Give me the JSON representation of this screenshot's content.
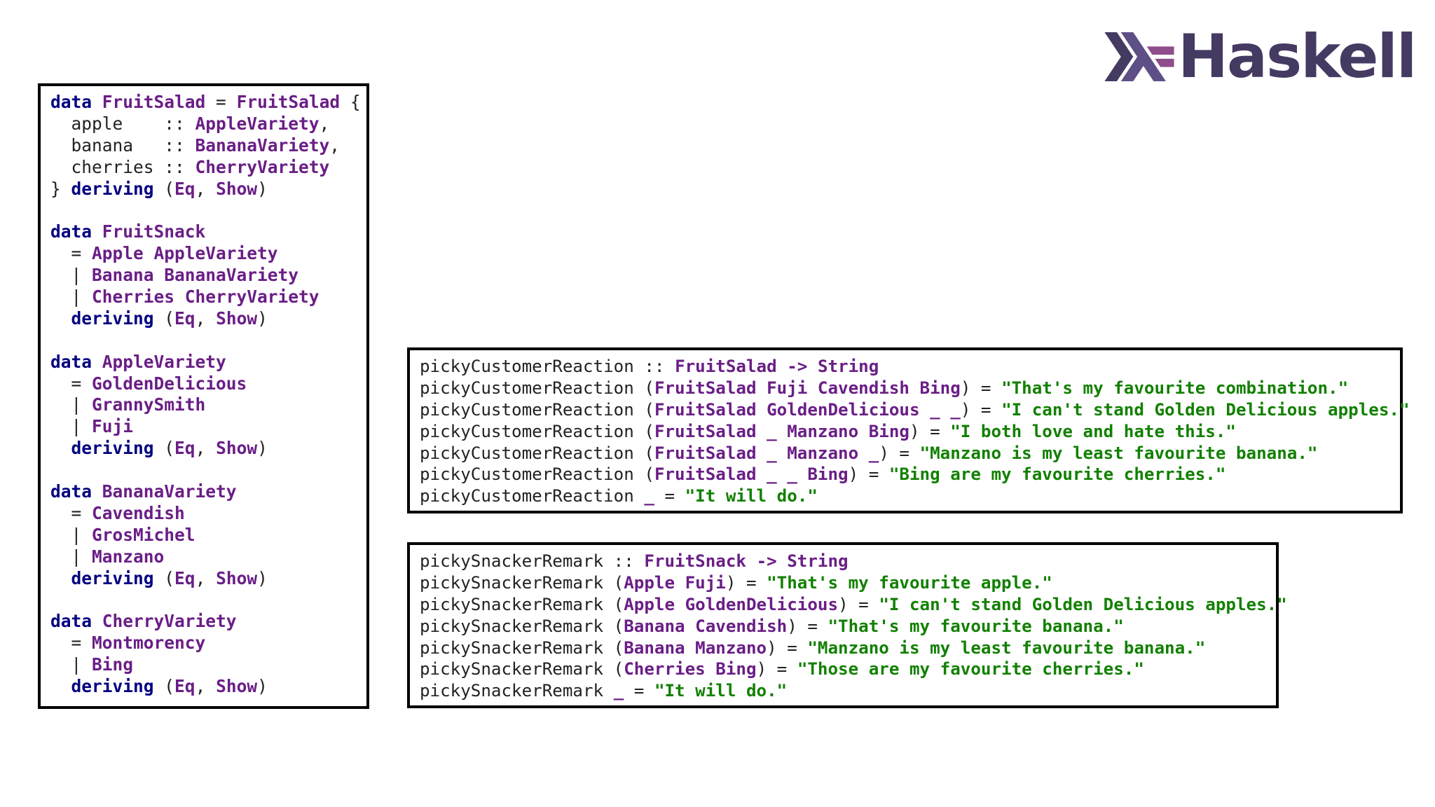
{
  "logo": {
    "text": "Haskell",
    "icon": "haskell-logo-icon",
    "colors": [
      "#453a62",
      "#5e5086",
      "#8f4e8b"
    ]
  },
  "colors": {
    "keyword": "#000080",
    "type": "#6a1e86",
    "string": "#128000",
    "plain": "#222222"
  },
  "type_definitions": [
    {
      "tokens": [
        [
          "kw",
          "data"
        ],
        [
          "pl",
          " "
        ],
        [
          "ty",
          "FruitSalad"
        ],
        [
          "pl",
          " = "
        ],
        [
          "ty",
          "FruitSalad"
        ],
        [
          "pl",
          " {"
        ]
      ]
    },
    {
      "tokens": [
        [
          "pl",
          "  apple    :: "
        ],
        [
          "ty",
          "AppleVariety"
        ],
        [
          "pl",
          ","
        ]
      ]
    },
    {
      "tokens": [
        [
          "pl",
          "  banana   :: "
        ],
        [
          "ty",
          "BananaVariety"
        ],
        [
          "pl",
          ","
        ]
      ]
    },
    {
      "tokens": [
        [
          "pl",
          "  cherries :: "
        ],
        [
          "ty",
          "CherryVariety"
        ]
      ]
    },
    {
      "tokens": [
        [
          "pl",
          "} "
        ],
        [
          "kw",
          "deriving"
        ],
        [
          "pl",
          " ("
        ],
        [
          "ty",
          "Eq"
        ],
        [
          "pl",
          ", "
        ],
        [
          "ty",
          "Show"
        ],
        [
          "pl",
          ")"
        ]
      ]
    },
    {
      "tokens": []
    },
    {
      "tokens": [
        [
          "kw",
          "data"
        ],
        [
          "pl",
          " "
        ],
        [
          "ty",
          "FruitSnack"
        ]
      ]
    },
    {
      "tokens": [
        [
          "pl",
          "  = "
        ],
        [
          "ty",
          "Apple AppleVariety"
        ]
      ]
    },
    {
      "tokens": [
        [
          "pl",
          "  | "
        ],
        [
          "ty",
          "Banana BananaVariety"
        ]
      ]
    },
    {
      "tokens": [
        [
          "pl",
          "  | "
        ],
        [
          "ty",
          "Cherries CherryVariety"
        ]
      ]
    },
    {
      "tokens": [
        [
          "pl",
          "  "
        ],
        [
          "kw",
          "deriving"
        ],
        [
          "pl",
          " ("
        ],
        [
          "ty",
          "Eq"
        ],
        [
          "pl",
          ", "
        ],
        [
          "ty",
          "Show"
        ],
        [
          "pl",
          ")"
        ]
      ]
    },
    {
      "tokens": []
    },
    {
      "tokens": [
        [
          "kw",
          "data"
        ],
        [
          "pl",
          " "
        ],
        [
          "ty",
          "AppleVariety"
        ]
      ]
    },
    {
      "tokens": [
        [
          "pl",
          "  = "
        ],
        [
          "ty",
          "GoldenDelicious"
        ]
      ]
    },
    {
      "tokens": [
        [
          "pl",
          "  | "
        ],
        [
          "ty",
          "GrannySmith"
        ]
      ]
    },
    {
      "tokens": [
        [
          "pl",
          "  | "
        ],
        [
          "ty",
          "Fuji"
        ]
      ]
    },
    {
      "tokens": [
        [
          "pl",
          "  "
        ],
        [
          "kw",
          "deriving"
        ],
        [
          "pl",
          " ("
        ],
        [
          "ty",
          "Eq"
        ],
        [
          "pl",
          ", "
        ],
        [
          "ty",
          "Show"
        ],
        [
          "pl",
          ")"
        ]
      ]
    },
    {
      "tokens": []
    },
    {
      "tokens": [
        [
          "kw",
          "data"
        ],
        [
          "pl",
          " "
        ],
        [
          "ty",
          "BananaVariety"
        ]
      ]
    },
    {
      "tokens": [
        [
          "pl",
          "  = "
        ],
        [
          "ty",
          "Cavendish"
        ]
      ]
    },
    {
      "tokens": [
        [
          "pl",
          "  | "
        ],
        [
          "ty",
          "GrosMichel"
        ]
      ]
    },
    {
      "tokens": [
        [
          "pl",
          "  | "
        ],
        [
          "ty",
          "Manzano"
        ]
      ]
    },
    {
      "tokens": [
        [
          "pl",
          "  "
        ],
        [
          "kw",
          "deriving"
        ],
        [
          "pl",
          " ("
        ],
        [
          "ty",
          "Eq"
        ],
        [
          "pl",
          ", "
        ],
        [
          "ty",
          "Show"
        ],
        [
          "pl",
          ")"
        ]
      ]
    },
    {
      "tokens": []
    },
    {
      "tokens": [
        [
          "kw",
          "data"
        ],
        [
          "pl",
          " "
        ],
        [
          "ty",
          "CherryVariety"
        ]
      ]
    },
    {
      "tokens": [
        [
          "pl",
          "  = "
        ],
        [
          "ty",
          "Montmorency"
        ]
      ]
    },
    {
      "tokens": [
        [
          "pl",
          "  | "
        ],
        [
          "ty",
          "Bing"
        ]
      ]
    },
    {
      "tokens": [
        [
          "pl",
          "  "
        ],
        [
          "kw",
          "deriving"
        ],
        [
          "pl",
          " ("
        ],
        [
          "ty",
          "Eq"
        ],
        [
          "pl",
          ", "
        ],
        [
          "ty",
          "Show"
        ],
        [
          "pl",
          ")"
        ]
      ]
    }
  ],
  "picky_customer_reaction": [
    {
      "tokens": [
        [
          "pl",
          "pickyCustomerReaction :: "
        ],
        [
          "ty",
          "FruitSalad"
        ],
        [
          "pl",
          " "
        ],
        [
          "ty",
          "->"
        ],
        [
          "pl",
          " "
        ],
        [
          "ty",
          "String"
        ]
      ]
    },
    {
      "tokens": [
        [
          "pl",
          "pickyCustomerReaction ("
        ],
        [
          "ty",
          "FruitSalad Fuji Cavendish Bing"
        ],
        [
          "pl",
          ") = "
        ],
        [
          "st",
          "\"That's my favourite combination.\""
        ]
      ]
    },
    {
      "tokens": [
        [
          "pl",
          "pickyCustomerReaction ("
        ],
        [
          "ty",
          "FruitSalad GoldenDelicious _ _"
        ],
        [
          "pl",
          ") = "
        ],
        [
          "st",
          "\"I can't stand Golden Delicious apples.\""
        ]
      ]
    },
    {
      "tokens": [
        [
          "pl",
          "pickyCustomerReaction ("
        ],
        [
          "ty",
          "FruitSalad _ Manzano Bing"
        ],
        [
          "pl",
          ") = "
        ],
        [
          "st",
          "\"I both love and hate this.\""
        ]
      ]
    },
    {
      "tokens": [
        [
          "pl",
          "pickyCustomerReaction ("
        ],
        [
          "ty",
          "FruitSalad _ Manzano _"
        ],
        [
          "pl",
          ") = "
        ],
        [
          "st",
          "\"Manzano is my least favourite banana.\""
        ]
      ]
    },
    {
      "tokens": [
        [
          "pl",
          "pickyCustomerReaction ("
        ],
        [
          "ty",
          "FruitSalad _ _ Bing"
        ],
        [
          "pl",
          ") = "
        ],
        [
          "st",
          "\"Bing are my favourite cherries.\""
        ]
      ]
    },
    {
      "tokens": [
        [
          "pl",
          "pickyCustomerReaction "
        ],
        [
          "ty",
          "_"
        ],
        [
          "pl",
          " = "
        ],
        [
          "st",
          "\"It will do.\""
        ]
      ]
    }
  ],
  "picky_snacker_remark": [
    {
      "tokens": [
        [
          "pl",
          "pickySnackerRemark :: "
        ],
        [
          "ty",
          "FruitSnack"
        ],
        [
          "pl",
          " "
        ],
        [
          "ty",
          "->"
        ],
        [
          "pl",
          " "
        ],
        [
          "ty",
          "String"
        ]
      ]
    },
    {
      "tokens": [
        [
          "pl",
          "pickySnackerRemark ("
        ],
        [
          "ty",
          "Apple Fuji"
        ],
        [
          "pl",
          ") = "
        ],
        [
          "st",
          "\"That's my favourite apple.\""
        ]
      ]
    },
    {
      "tokens": [
        [
          "pl",
          "pickySnackerRemark ("
        ],
        [
          "ty",
          "Apple GoldenDelicious"
        ],
        [
          "pl",
          ") = "
        ],
        [
          "st",
          "\"I can't stand Golden Delicious apples.\""
        ]
      ]
    },
    {
      "tokens": [
        [
          "pl",
          "pickySnackerRemark ("
        ],
        [
          "ty",
          "Banana Cavendish"
        ],
        [
          "pl",
          ") = "
        ],
        [
          "st",
          "\"That's my favourite banana.\""
        ]
      ]
    },
    {
      "tokens": [
        [
          "pl",
          "pickySnackerRemark ("
        ],
        [
          "ty",
          "Banana Manzano"
        ],
        [
          "pl",
          ") = "
        ],
        [
          "st",
          "\"Manzano is my least favourite banana.\""
        ]
      ]
    },
    {
      "tokens": [
        [
          "pl",
          "pickySnackerRemark ("
        ],
        [
          "ty",
          "Cherries Bing"
        ],
        [
          "pl",
          ") = "
        ],
        [
          "st",
          "\"Those are my favourite cherries.\""
        ]
      ]
    },
    {
      "tokens": [
        [
          "pl",
          "pickySnackerRemark "
        ],
        [
          "ty",
          "_"
        ],
        [
          "pl",
          " = "
        ],
        [
          "st",
          "\"It will do.\""
        ]
      ]
    }
  ]
}
